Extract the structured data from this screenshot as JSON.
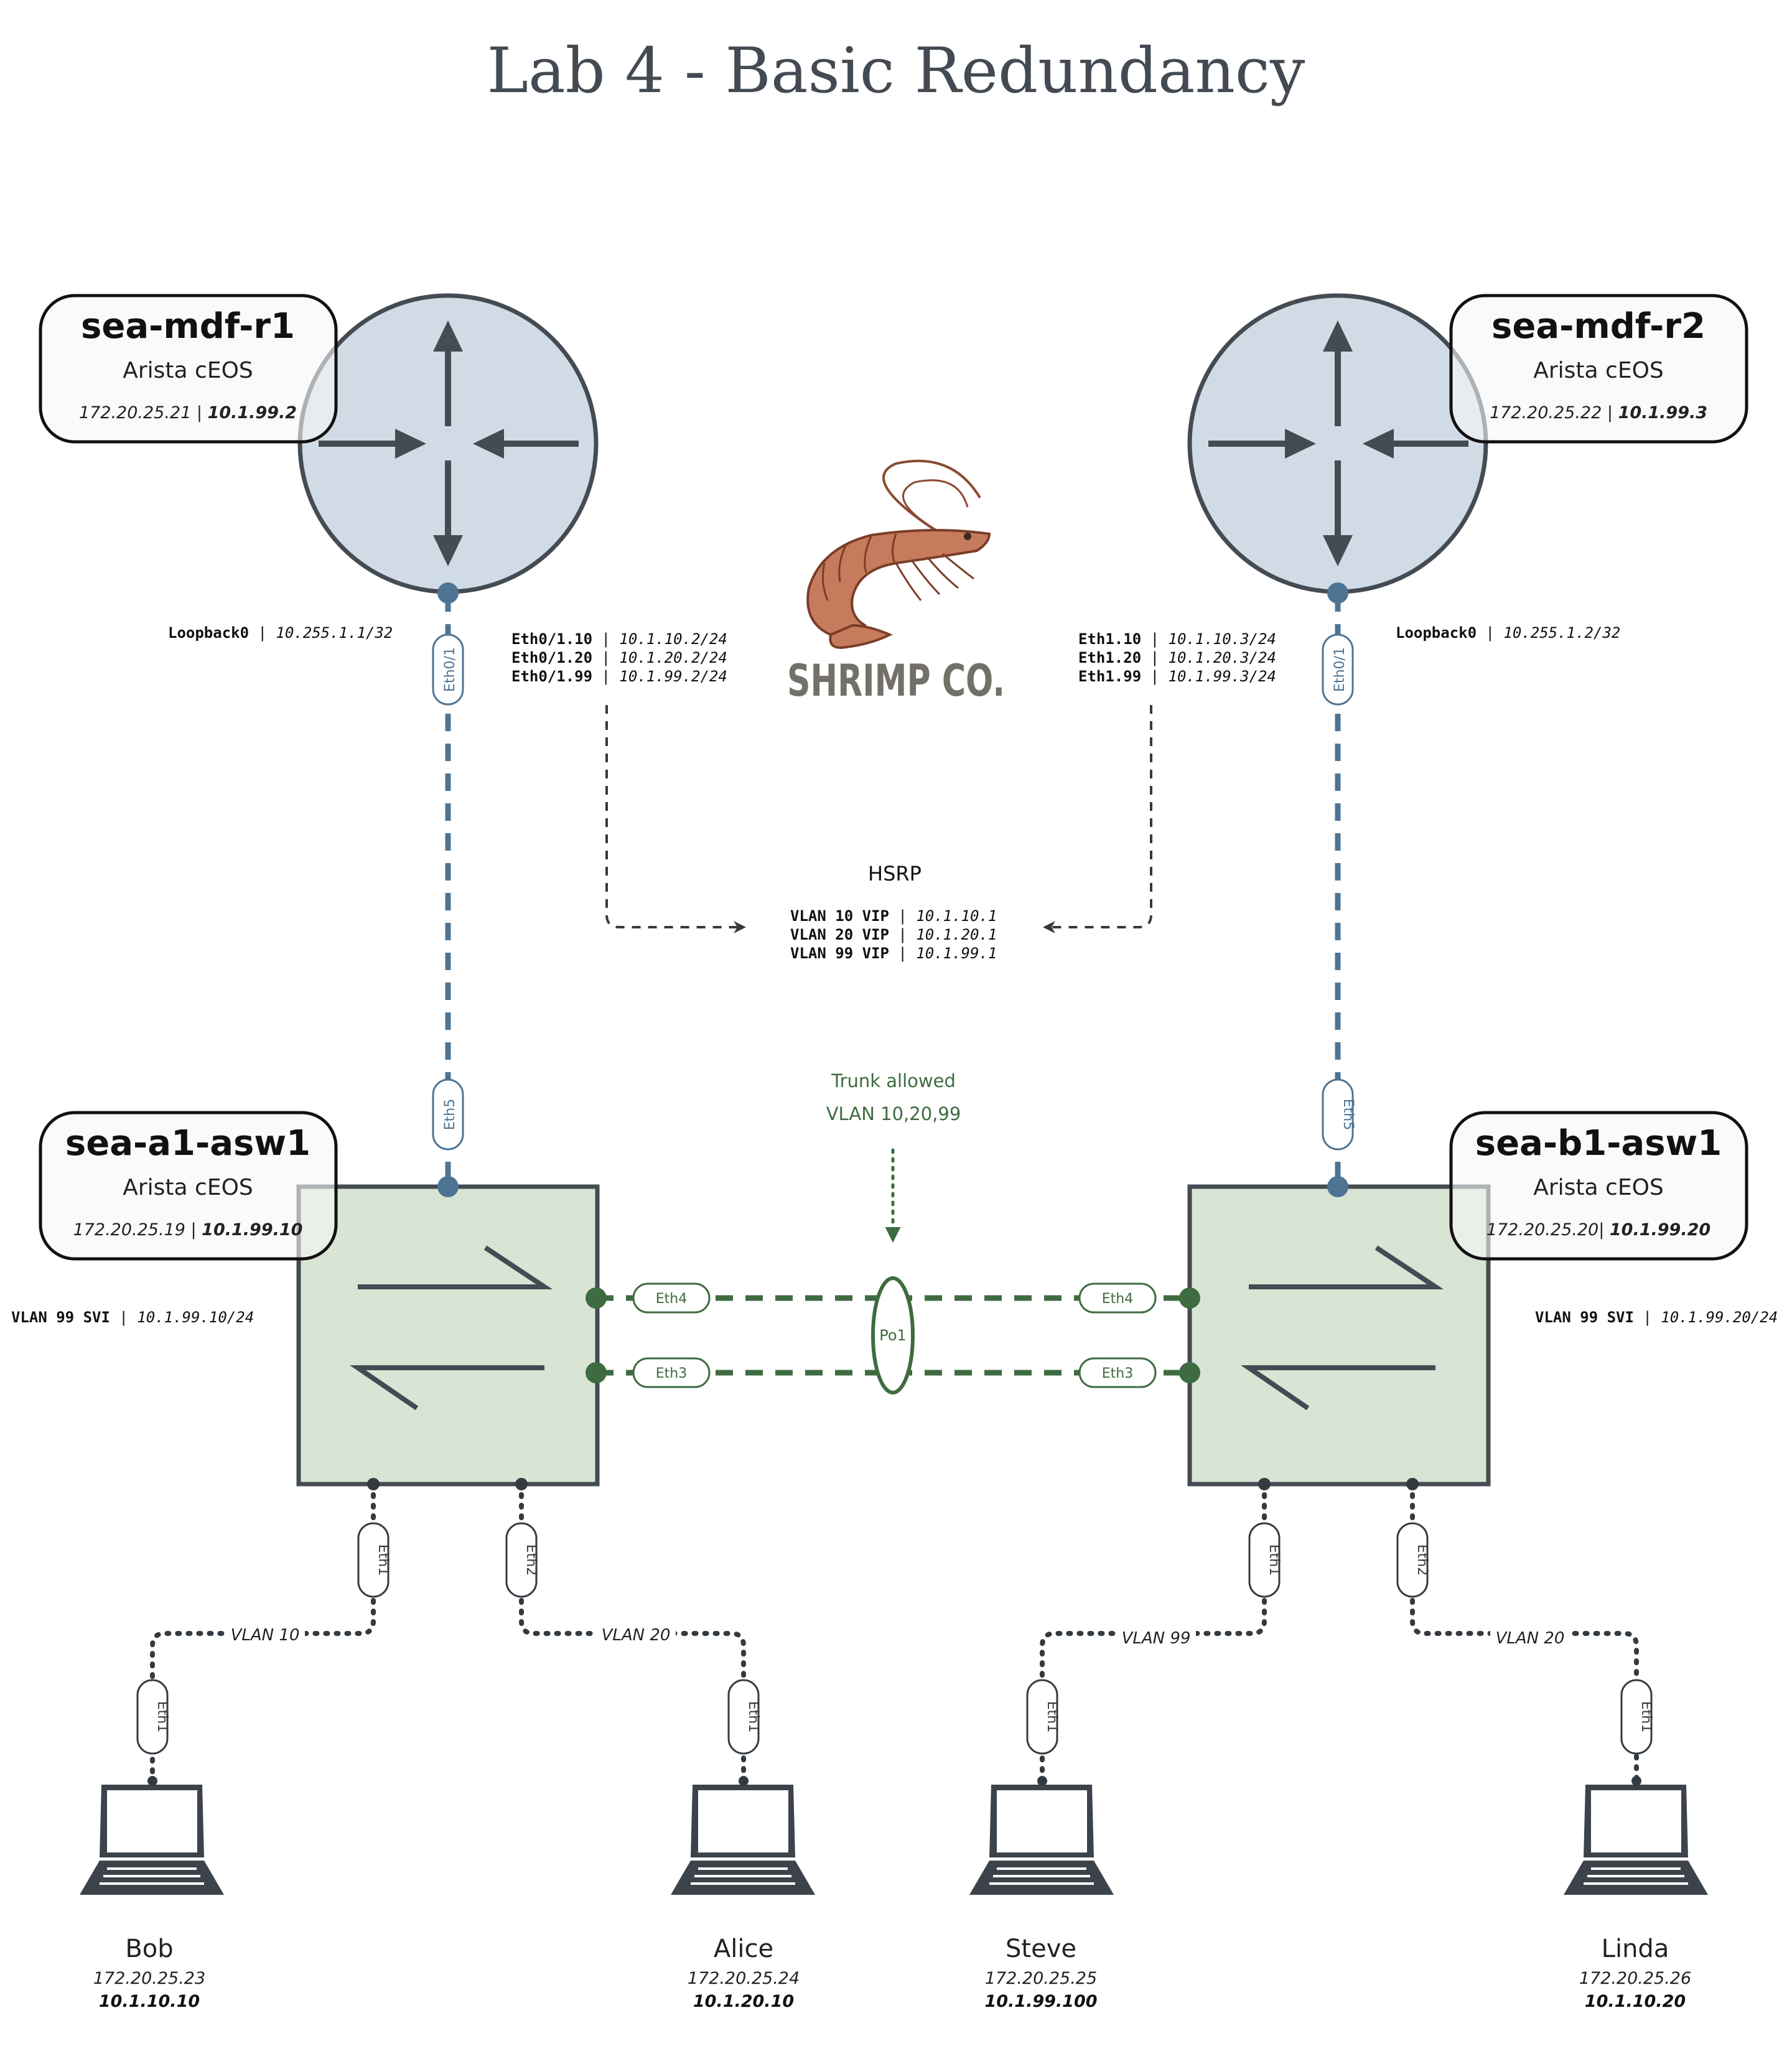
{
  "title": "Lab 4 - Basic Redundancy",
  "logo": {
    "icon": "shrimp-icon",
    "text": "SHRIMP CO."
  },
  "colors": {
    "router_fill": "#d0dbe5",
    "switch_fill": "#d8e4d4",
    "stroke": "#444b52",
    "blue_link": "#4e7494",
    "green_link": "#3f6b40",
    "label_box": "#f6f7f9"
  },
  "routers": {
    "r1": {
      "name": "sea-mdf-r1",
      "model": "Arista cEOS",
      "mgmt_ip": "172.20.25.21",
      "sep": " | ",
      "lan_ip": "10.1.99.2"
    },
    "r2": {
      "name": "sea-mdf-r2",
      "model": "Arista cEOS",
      "mgmt_ip": "172.20.25.22",
      "sep": " | ",
      "lan_ip": "10.1.99.3"
    }
  },
  "switches": {
    "a1": {
      "name": "sea-a1-asw1",
      "model": "Arista cEOS",
      "mgmt_ip": "172.20.25.19",
      "sep": " | ",
      "lan_ip": "10.1.99.10"
    },
    "b1": {
      "name": "sea-b1-asw1",
      "model": "Arista cEOS",
      "mgmt_ip": "172.20.25.20",
      "sep": "| ",
      "lan_ip": "10.1.99.20"
    }
  },
  "loopbacks": {
    "r1": {
      "name": "Loopback0",
      "addr": "10.255.1.1/32"
    },
    "r2": {
      "name": "Loopback0",
      "addr": "10.255.1.2/32"
    }
  },
  "r1_subifs": [
    {
      "name": "Eth0/1.10",
      "addr": "10.1.10.2/24"
    },
    {
      "name": "Eth0/1.20",
      "addr": "10.1.20.2/24"
    },
    {
      "name": "Eth0/1.99",
      "addr": "10.1.99.2/24"
    }
  ],
  "r2_subifs": [
    {
      "name": "Eth1.10",
      "addr": "10.1.10.3/24"
    },
    {
      "name": "Eth1.20",
      "addr": "10.1.20.3/24"
    },
    {
      "name": "Eth1.99",
      "addr": "10.1.99.3/24"
    }
  ],
  "hsrp": {
    "title": "HSRP",
    "vips": [
      {
        "name": "VLAN 10 VIP",
        "addr": "10.1.10.1"
      },
      {
        "name": "VLAN 20 VIP",
        "addr": "10.1.20.1"
      },
      {
        "name": "VLAN 99 VIP",
        "addr": "10.1.99.1"
      }
    ]
  },
  "trunk": {
    "line1": "Trunk allowed",
    "line2": "VLAN 10,20,99",
    "portchannel": "Po1"
  },
  "svis": {
    "a1": {
      "name": "VLAN 99 SVI",
      "addr": "10.1.99.10/24"
    },
    "b1": {
      "name": "VLAN 99 SVI",
      "addr": "10.1.99.20/24"
    }
  },
  "ports": {
    "r1_uplink": "Eth0/1",
    "r2_uplink": "Eth0/1",
    "a1_uplink": "Eth5",
    "b1_uplink": "Eth5",
    "a1_eth4": "Eth4",
    "a1_eth3": "Eth3",
    "b1_eth4": "Eth4",
    "b1_eth3": "Eth3",
    "a1_p1": "Eth1",
    "a1_p2": "Eth2",
    "b1_p1": "Eth1",
    "b1_p2": "Eth2"
  },
  "hosts": [
    {
      "name": "Bob",
      "mgmt_ip": "172.20.25.23",
      "ip": "10.1.10.10",
      "vlan": "VLAN 10",
      "port": "Eth1"
    },
    {
      "name": "Alice",
      "mgmt_ip": "172.20.25.24",
      "ip": "10.1.20.10",
      "vlan": "VLAN 20",
      "port": "Eth1"
    },
    {
      "name": "Steve",
      "mgmt_ip": "172.20.25.25",
      "ip": "10.1.99.100",
      "vlan": "VLAN 99",
      "port": "Eth1"
    },
    {
      "name": "Linda",
      "mgmt_ip": "172.20.25.26",
      "ip": "10.1.10.20",
      "vlan": "VLAN 20",
      "port": "Eth1"
    }
  ]
}
